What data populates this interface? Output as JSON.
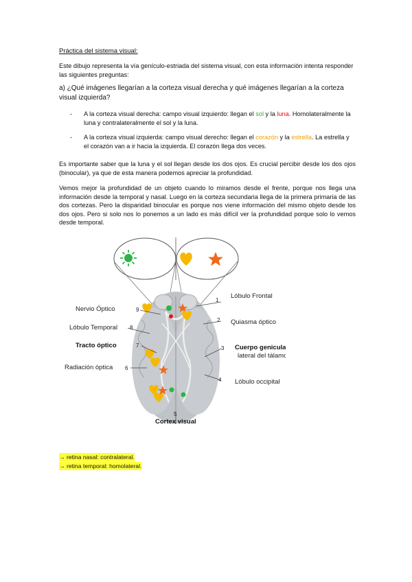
{
  "document": {
    "title": "Práctica del sistema visual:",
    "intro": "Este dibujo representa la vía genículo-estriada del sistema visual, con esta información intenta responder las siguientes preguntas:",
    "question": "a) ¿Qué imágenes llegarían a la corteza visual derecha y qué imágenes llegarían a la corteza visual izquierda?",
    "bullet_dash": "-",
    "bullet1": {
      "pre": "A la corteza visual derecha: campo visual izquierdo: llegan el ",
      "w1": "sol",
      "mid": " y la ",
      "w2": "luna",
      "post": ". Homolateralmente la luna y contralateralmente el sol y la luna."
    },
    "bullet2": {
      "pre": "A la corteza visual izquierda: campo visual derecho: llegan el ",
      "w1": "corazón",
      "mid": " y la ",
      "w2": "estrella",
      "post": ". La estrella y el corazón van a ir hacia la izquierda. El corazón llega dos veces."
    },
    "para2": "Es importante saber que la luna y el sol llegan desde los dos ojos. Es crucial percibir desde los dos ojos (binocular), ya que de esta manera podemos apreciar la profundidad.",
    "para3": "Vemos mejor la profundidad de un objeto cuando lo miramos desde el frente, porque nos llega una información desde la temporal y nasal. Luego en la corteza secundaria llega de la primera primaria de las dos cortezas. Pero la disparidad binocular es porque nos viene información del mismo objeto desde los dos ojos. Pero si solo nos lo ponemos a un lado es más difícil ver la profundidad porque solo lo vemos desde temporal.",
    "footnote1": "→ retina nasal: contralateral.",
    "footnote2": "→ retina temporal: homolateral."
  },
  "figure": {
    "labels": {
      "nervio_optico": "Nervio Óptico",
      "lobulo_temporal": "Lóbulo Temporal",
      "tracto_optico": "Tracto óptico",
      "radiacion_optica": "Radiación óptica",
      "lobulo_frontal": "Lóbulo Frontal",
      "quiasma_optico": "Quiasma óptico",
      "cuerpo_geniculado_1": "Cuerpo geniculado",
      "cuerpo_geniculado_2": "lateral del tálamo",
      "lobulo_occipital": "Lóbulo occipital",
      "cortex_visual": "Cortex visual"
    },
    "numbers": {
      "n1": "1",
      "n2": "2",
      "n3": "3",
      "n4": "4",
      "n5": "5",
      "n6": "6",
      "n7": "7",
      "n8": "8",
      "n9": "9"
    },
    "icons": [
      "sun-icon",
      "moon-icon",
      "heart-icon",
      "star-icon"
    ],
    "colors": {
      "sun": "#2fb24a",
      "moon": "#e0151b",
      "heart": "#f6b800",
      "star": "#ef6a1c",
      "brain": "#bfc2c6"
    }
  }
}
